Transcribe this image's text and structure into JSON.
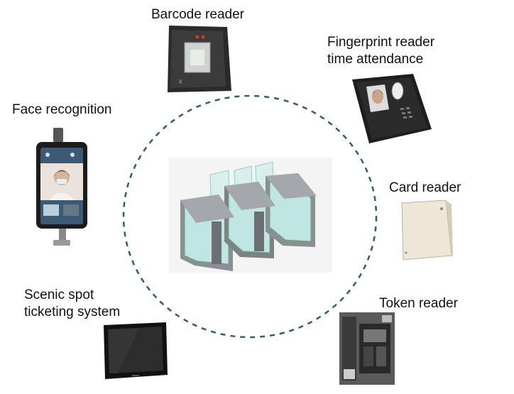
{
  "labels": {
    "barcode": "Barcode reader",
    "fingerprint_line1": "Fingerprint reader",
    "fingerprint_line2": "time attendance",
    "face": "Face recognition",
    "card": "Card reader",
    "scenic_line1": "Scenic spot",
    "scenic_line2": "ticketing system",
    "token": "Token reader"
  },
  "icons": {
    "center": "speed-gate-turnstiles",
    "barcode": "barcode-reader-device",
    "fingerprint": "fingerprint-terminal",
    "face": "face-recognition-terminal",
    "card": "card-reader-device",
    "scenic": "monitor-screen",
    "token": "token-reader-device"
  },
  "colors": {
    "ring": "#2f5f6a",
    "gate_frame": "#8a8f94",
    "gate_glass": "#bfe6e0"
  }
}
